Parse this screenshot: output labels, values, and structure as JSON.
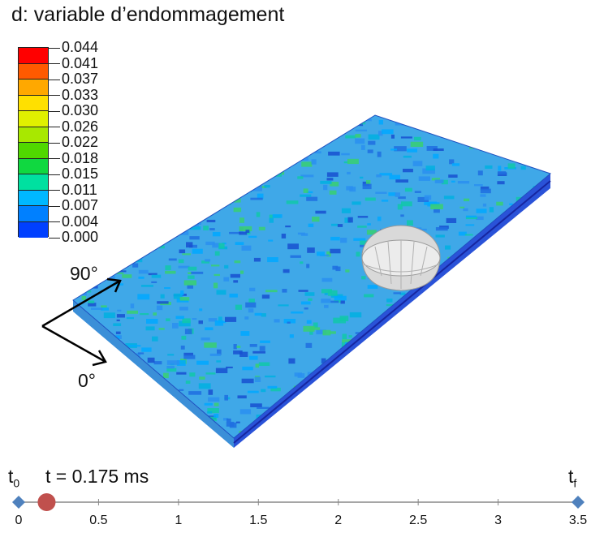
{
  "title": "d: variable d’endommagement",
  "legend": {
    "labels": [
      "0.044",
      "0.041",
      "0.037",
      "0.033",
      "0.030",
      "0.026",
      "0.022",
      "0.018",
      "0.015",
      "0.011",
      "0.007",
      "0.004",
      "0.000"
    ],
    "colors": [
      "#ff0000",
      "#ff5a00",
      "#ffa800",
      "#ffe000",
      "#e0f000",
      "#a8e800",
      "#50d800",
      "#10d840",
      "#00e0a0",
      "#00b8ff",
      "#0080ff",
      "#0040ff",
      "#0000ff"
    ]
  },
  "directions": {
    "upper": "90°",
    "lower": "0°"
  },
  "timeline": {
    "start_label": "t",
    "start_sub": "0",
    "end_label": "t",
    "end_sub": "f",
    "current_label": "t = 0.175 ms",
    "current_value": 0.175,
    "min": 0,
    "max": 3.5,
    "ticks": [
      "0",
      "0.5",
      "1",
      "1.5",
      "2",
      "2.5",
      "3",
      "3.5"
    ],
    "marker_color": "#c0504d",
    "endpoint_color": "#4f81bd"
  }
}
